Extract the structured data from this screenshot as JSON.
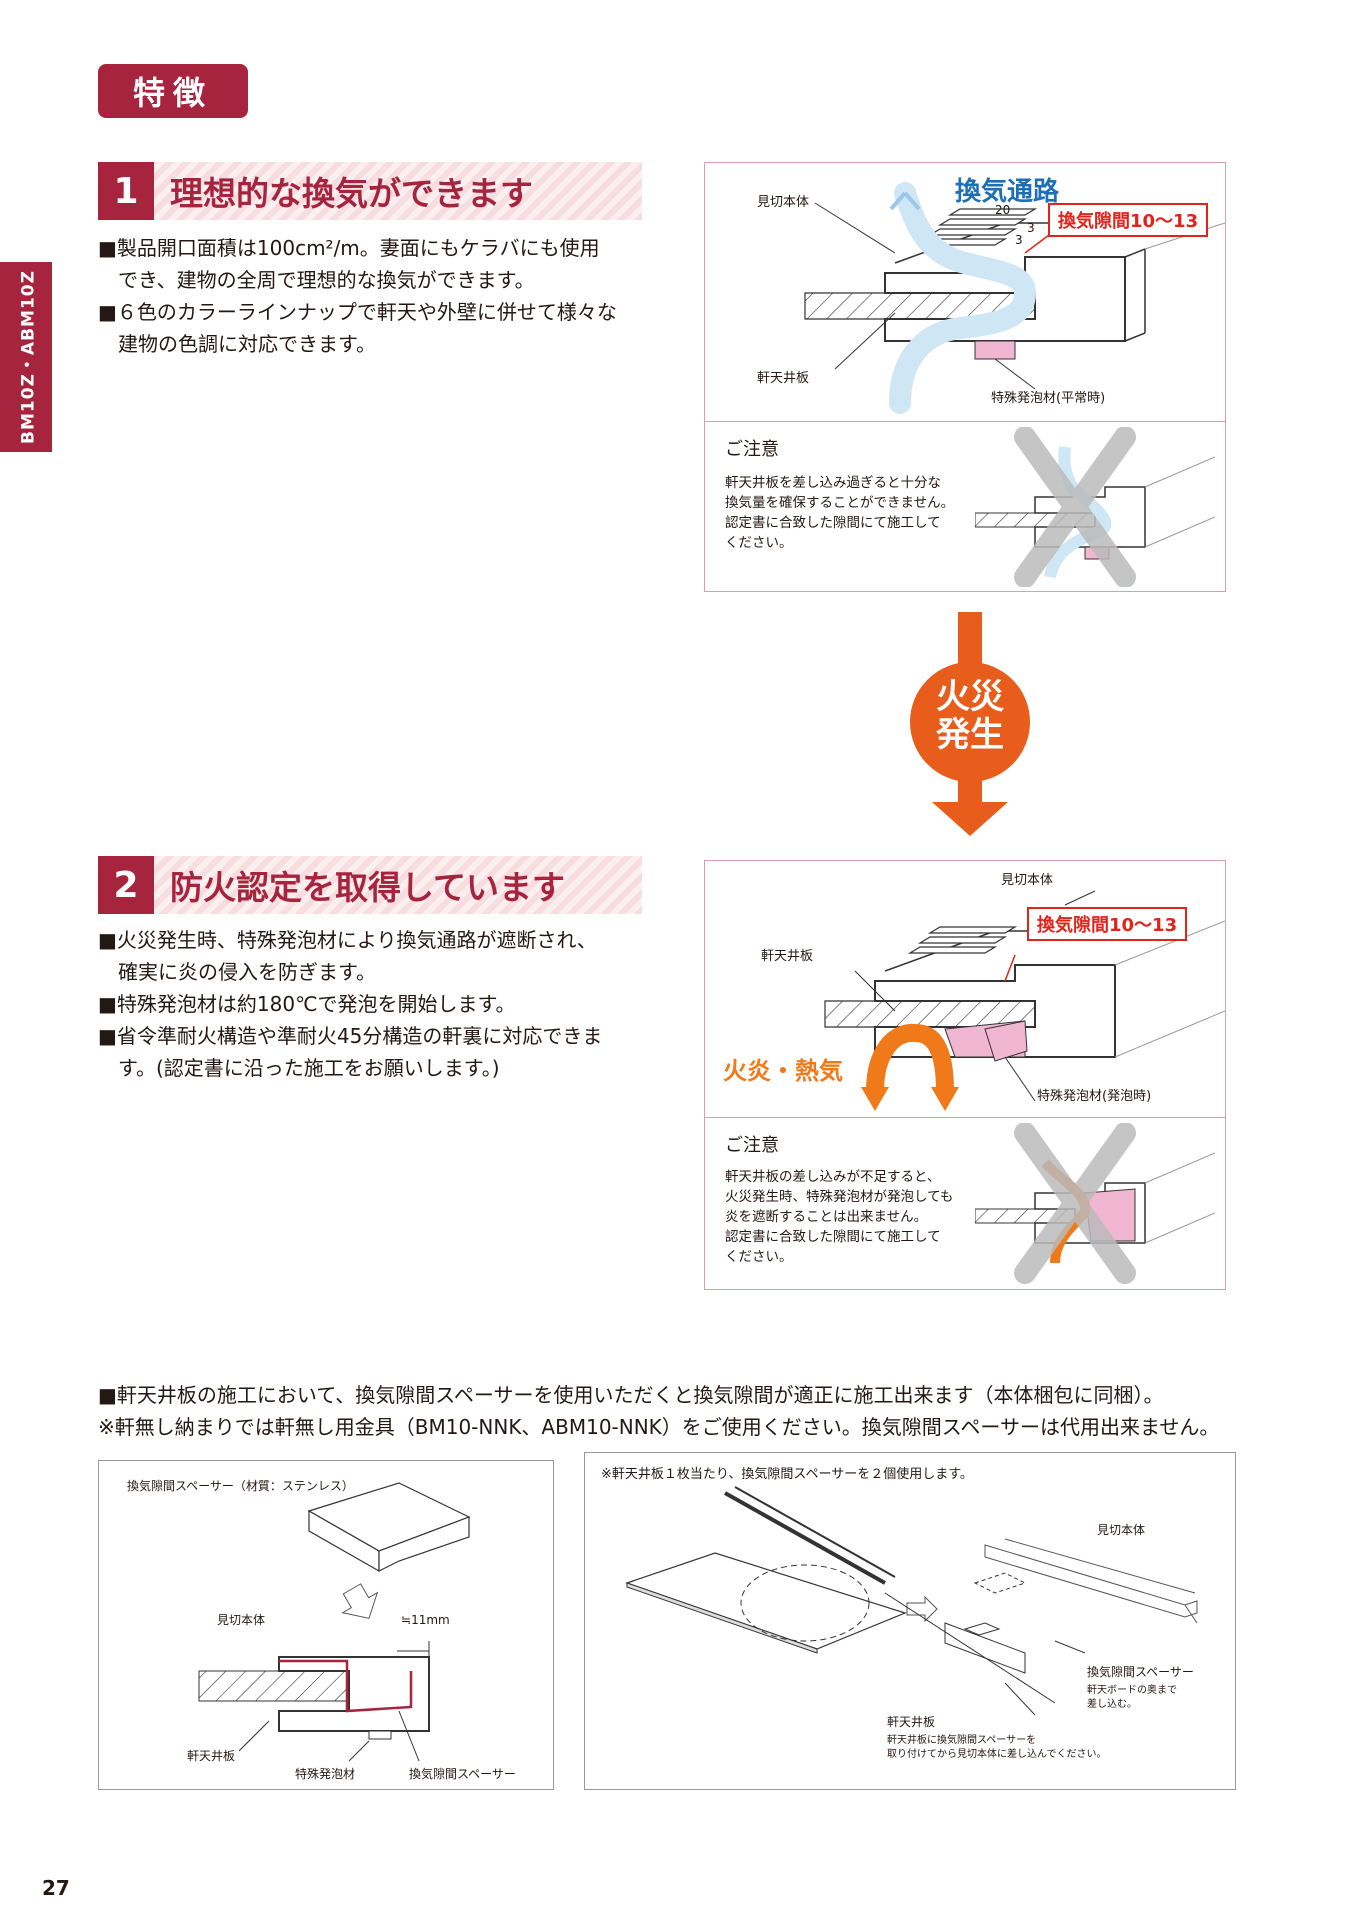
{
  "header": {
    "tag": "特徴",
    "side_tab": "BM10Z・ABM10Z"
  },
  "section1": {
    "number": "1",
    "title": "理想的な換気ができます",
    "bullets": [
      "■製品開口面積は100cm²/m。妻面にもケラバにも使用",
      "　でき、建物の全周で理想的な換気ができます。",
      "■６色のカラーラインナップで軒天や外壁に併せて様々な",
      "　建物の色調に対応できます。"
    ]
  },
  "figure1": {
    "title": "換気通路",
    "gap": "換気隙間10〜13",
    "label_body": "見切本体",
    "label_board": "軒天井板",
    "label_foam": "特殊発泡材(平常時)",
    "dim_20": "20",
    "dim_3a": "3",
    "dim_3b": "3",
    "note_title": "ご注意",
    "note_lines": [
      "軒天井板を差し込み過ぎると十分な",
      "換気量を確保することができません。",
      "認定書に合致した隙間にて施工して",
      "ください。"
    ]
  },
  "fire": {
    "line1": "火災",
    "line2": "発生"
  },
  "section2": {
    "number": "2",
    "title": "防火認定を取得しています",
    "bullets": [
      "■火災発生時、特殊発泡材により換気通路が遮断され、",
      "　確実に炎の侵入を防ぎます。",
      "■特殊発泡材は約180℃で発泡を開始します。",
      "■省令準耐火構造や準耐火45分構造の軒裏に対応できま",
      "　す。(認定書に沿った施工をお願いします。)"
    ]
  },
  "figure2": {
    "label_body": "見切本体",
    "gap": "換気隙間10〜13",
    "label_board": "軒天井板",
    "flame": "火炎・熱気",
    "label_foam": "特殊発泡材(発泡時)",
    "note_title": "ご注意",
    "note_lines": [
      "軒天井板の差し込みが不足すると、",
      "火災発生時、特殊発泡材が発泡しても",
      "炎を遮断することは出来ません。",
      "認定書に合致した隙間にて施工して",
      "ください。"
    ]
  },
  "bottom": {
    "line1": "■軒天井板の施工において、換気隙間スペーサーを使用いただくと換気隙間が適正に施工出来ます（本体梱包に同梱）。",
    "line2": "※軒無し納まりでは軒無し用金具（BM10-NNK、ABM10-NNK）をご使用ください。換気隙間スペーサーは代用出来ません。"
  },
  "figure3": {
    "spacer_label": "換気隙間スペーサー（材質：ステンレス）",
    "label_body": "見切本体",
    "dim": "≒11mm",
    "label_board": "軒天井板",
    "label_foam": "特殊発泡材",
    "label_spacer": "換気隙間スペーサー"
  },
  "figure4": {
    "note": "※軒天井板１枚当たり、換気隙間スペーサーを２個使用します。",
    "label_body": "見切本体",
    "label_spacer": "換気隙間スペーサー",
    "spacer_sub1": "軒天ボードの奥まで",
    "spacer_sub2": "差し込む。",
    "label_board": "軒天井板",
    "board_sub1": "軒天井板に換気隙間スペーサーを",
    "board_sub2": "取り付けてから見切本体に差し込んでください。"
  },
  "page_number": "27",
  "colors": {
    "brand": "#a6243d",
    "red": "#e2231a",
    "blue": "#1f6fb5",
    "orange": "#f07a1a",
    "pink": "#f0b6d2",
    "air": "#cfe6f5"
  }
}
